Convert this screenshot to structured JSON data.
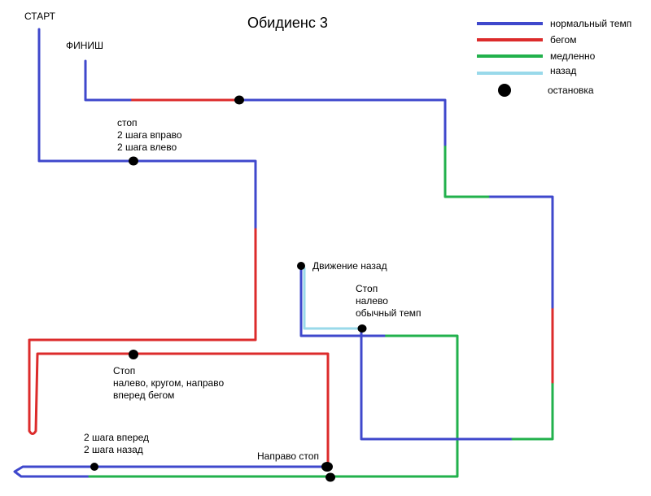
{
  "title": "Обидиенс 3",
  "colors": {
    "normal": "#3f48cc",
    "run": "#dc2b2b",
    "slow": "#22b14c",
    "back": "#99d9ea",
    "stop": "#000000"
  },
  "legend": {
    "normal": "нормальный темп",
    "run": "бегом",
    "slow": "медленно",
    "back": "назад",
    "stop": "остановка"
  },
  "labels": {
    "start": "СТАРТ",
    "finish": "ФИНИШ",
    "stop1": "стоп\n2 шага вправо\n2 шага влево",
    "stop2": "Стоп\nналево, кругом, направо\nвперед бегом",
    "steps": "2 шага вперед\n2 шага назад",
    "right_stop": "Направо стоп",
    "backward": "Движение назад",
    "stop3": "Стоп\nналево\nобычный темп"
  }
}
